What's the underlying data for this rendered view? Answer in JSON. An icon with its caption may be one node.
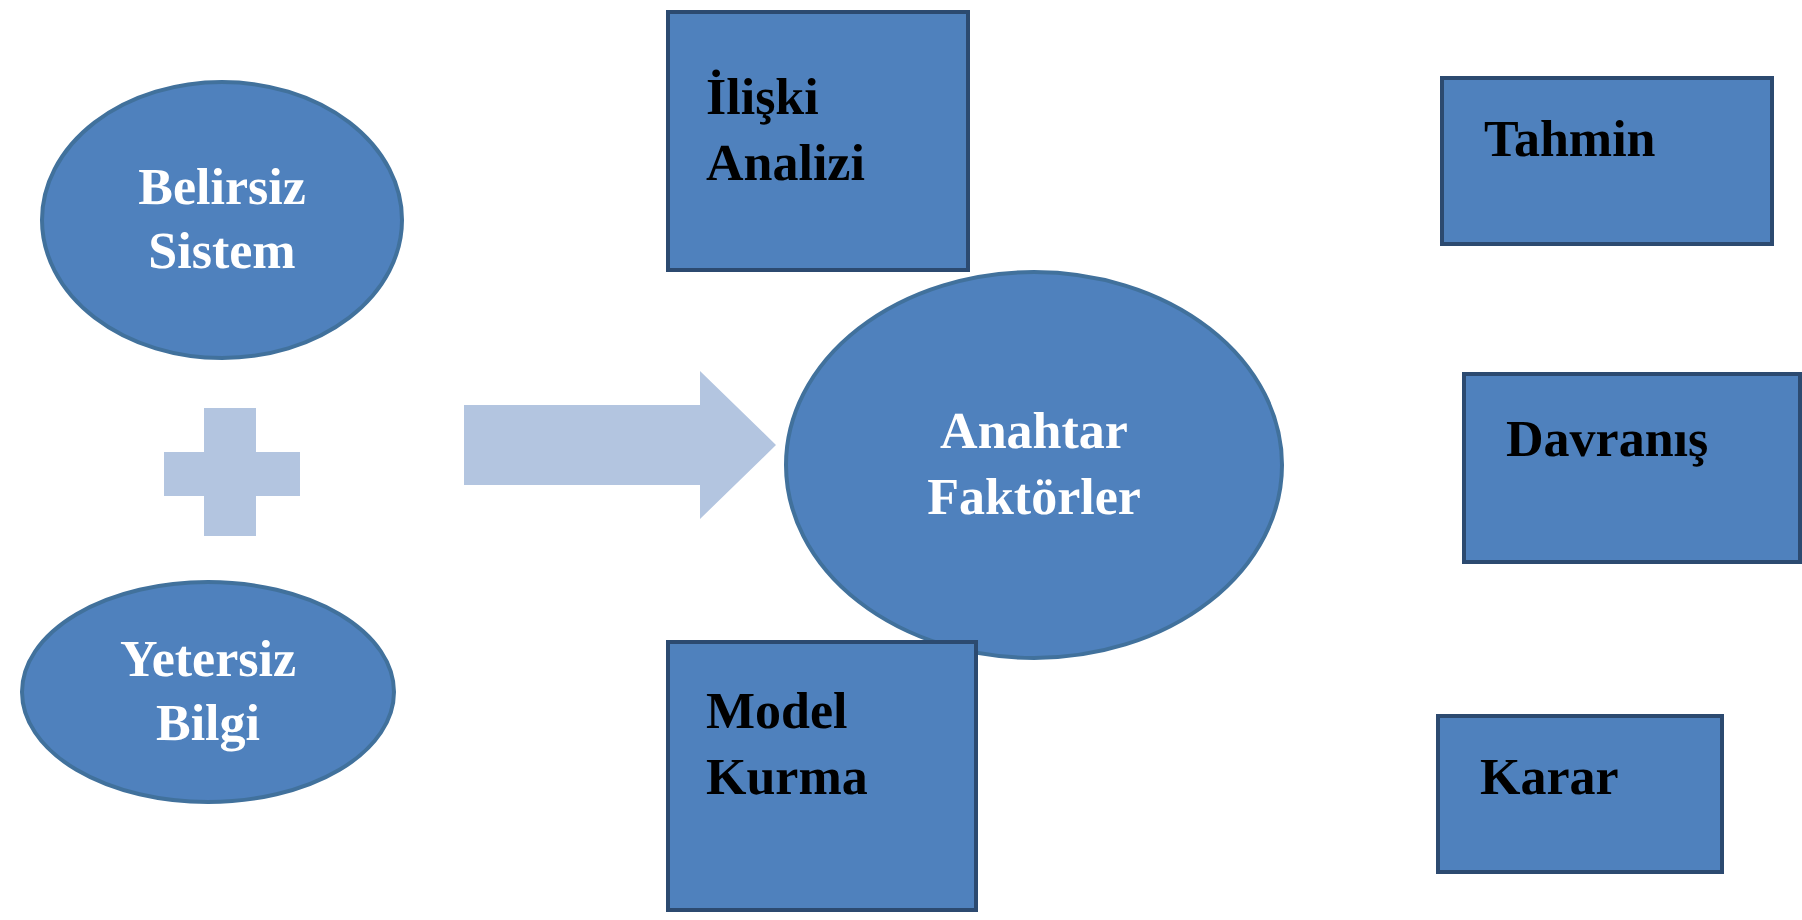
{
  "diagram": {
    "nodes": [
      {
        "text": [
          "Belirsiz Sistem"
        ]
      },
      {
        "text": [
          "Yetersiz Bilgi"
        ]
      },
      {
        "text": [
          "İlişki Analizi"
        ]
      },
      {
        "text": [
          "Anahtar Faktörler"
        ]
      },
      {
        "text": [
          "Model Kurma"
        ]
      },
      {
        "text": [
          "Tahmin"
        ]
      },
      {
        "text": [
          "Davranış"
        ]
      },
      {
        "text": [
          "Karar"
        ]
      }
    ],
    "edges": [
      {
        "from": null,
        "to": 3,
        "arrow": "to",
        "style": "thick",
        "color": "#b3c5e0"
      }
    ]
  }
}
